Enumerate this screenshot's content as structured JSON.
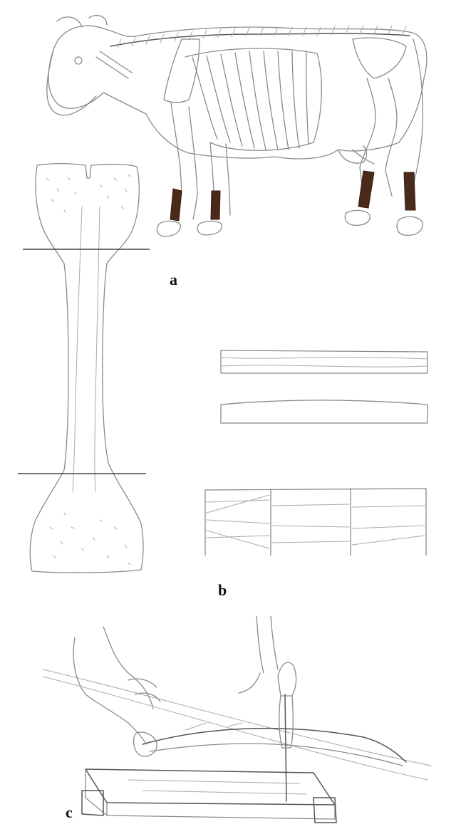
{
  "figure": {
    "panels": [
      {
        "id": "a",
        "label": "a"
      },
      {
        "id": "b",
        "label": "b"
      },
      {
        "id": "c",
        "label": "c"
      }
    ],
    "colors": {
      "line": "#8a8a8a",
      "metapodial_highlight": "#4a2a1a",
      "background": "#ffffff"
    }
  }
}
